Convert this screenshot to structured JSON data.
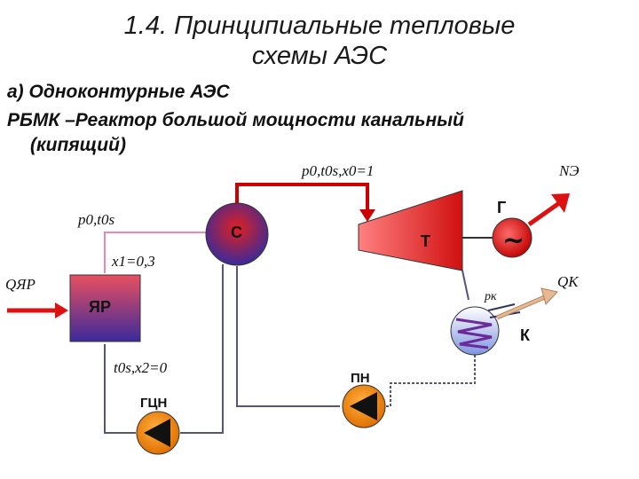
{
  "title": {
    "line1": "1.4. Принципиальные тепловые",
    "line2": "схемы АЭС"
  },
  "subtitle": {
    "line1": "а) Одноконтурные АЭС",
    "line2": "РБМК –Реактор большой мощности канальный",
    "line3": "(кипящий)"
  },
  "labels": {
    "separator": "С",
    "turbine": "Т",
    "generator": "Г",
    "generator_symbol": "~",
    "reactor": "ЯР",
    "condenser": "К",
    "feed_pump": "ПН",
    "circ_pump": "ГЦН",
    "steam_params": "p0,t0s,x0=1",
    "sep_params": "p0,t0s",
    "x1": "x1=0,3",
    "q_reactor": "QЯР",
    "p_cond": "pк",
    "q_cond": "QK",
    "n_el": "NЭ",
    "water_params": "t0s,x2=0"
  },
  "colors": {
    "steam_line": "#cc0000",
    "pink_line": "#e88aa8",
    "water_line": "#555577",
    "arrow_red": "#dd1111",
    "arrow_heat": "#e8b890",
    "pump_fill": "#ff8c00"
  }
}
